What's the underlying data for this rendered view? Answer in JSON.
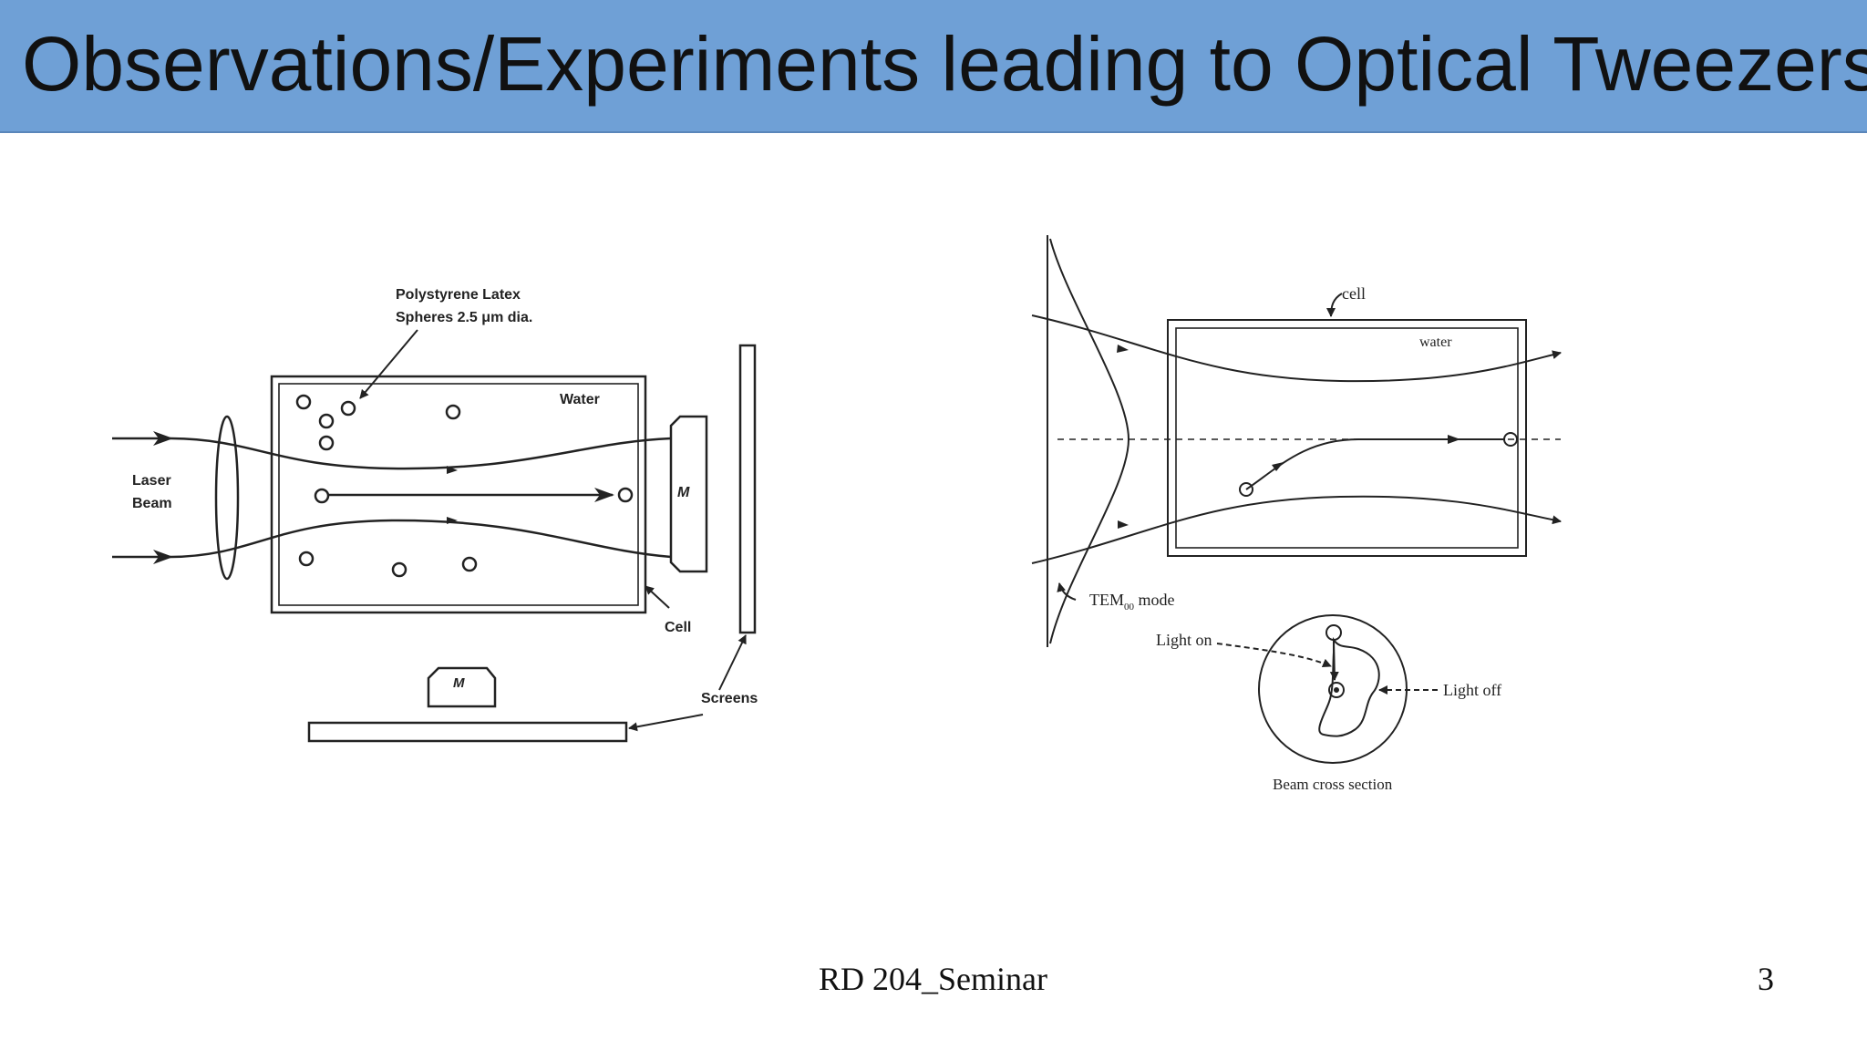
{
  "slide": {
    "title": "Observations/Experiments leading to Optical Tweezers",
    "footer_text": "RD 204_Seminar",
    "page_number": "3",
    "title_bar_color": "#6fa0d6"
  },
  "figure_left": {
    "label_spheres_line1": "Polystyrene Latex",
    "label_spheres_line2": "Spheres 2.5 μm dia.",
    "label_water": "Water",
    "label_laser_line1": "Laser",
    "label_laser_line2": "Beam",
    "label_m_right": "M",
    "label_m_bottom": "M",
    "label_cell": "Cell",
    "label_screens": "Screens"
  },
  "figure_right": {
    "label_cell": "cell",
    "label_water": "water",
    "label_tem": "TEM",
    "label_tem_sub": "00",
    "label_tem_suffix": " mode",
    "label_light_on": "Light on",
    "label_light_off": "Light off",
    "label_beam_cross_section": "Beam cross section"
  }
}
